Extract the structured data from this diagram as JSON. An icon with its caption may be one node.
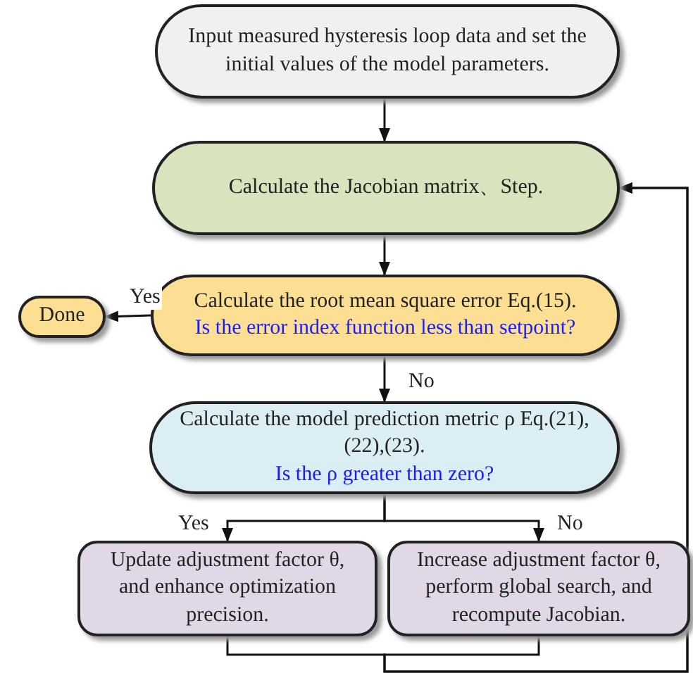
{
  "diagram": {
    "nodes": [
      {
        "text": [
          "Input measured hysteresis loop data and set the initial values of the model parameters."
        ]
      },
      {
        "text": [
          "Calculate the Jacobian matrix、Step."
        ]
      },
      {
        "text": [
          "Calculate the root mean square error Eq.(15).",
          "Is the error index function less than setpoint?"
        ]
      },
      {
        "text": [
          "Done"
        ]
      },
      {
        "text": [
          "Calculate the model prediction metric ρ Eq.(21),(22),(23).",
          "Is the ρ greater than zero?"
        ]
      },
      {
        "text": [
          "Update adjustment factor θ, and enhance optimization precision."
        ]
      },
      {
        "text": [
          "Increase adjustment factor θ, perform global search, and recompute Jacobian."
        ]
      }
    ],
    "edges": [
      {
        "from": 0,
        "to": 1,
        "arrow": "to"
      },
      {
        "from": 1,
        "to": 2,
        "arrow": "to"
      },
      {
        "from": 2,
        "to": 3,
        "arrow": "to",
        "label": "Yes"
      },
      {
        "from": 2,
        "to": 4,
        "arrow": "to",
        "label": "No"
      },
      {
        "from": 4,
        "to": 5,
        "arrow": "to",
        "label": "Yes"
      },
      {
        "from": 4,
        "to": 6,
        "arrow": "to",
        "label": "No"
      },
      {
        "from": 5,
        "to": 1,
        "arrow": "to"
      },
      {
        "from": 6,
        "to": 1,
        "arrow": "to"
      }
    ]
  }
}
